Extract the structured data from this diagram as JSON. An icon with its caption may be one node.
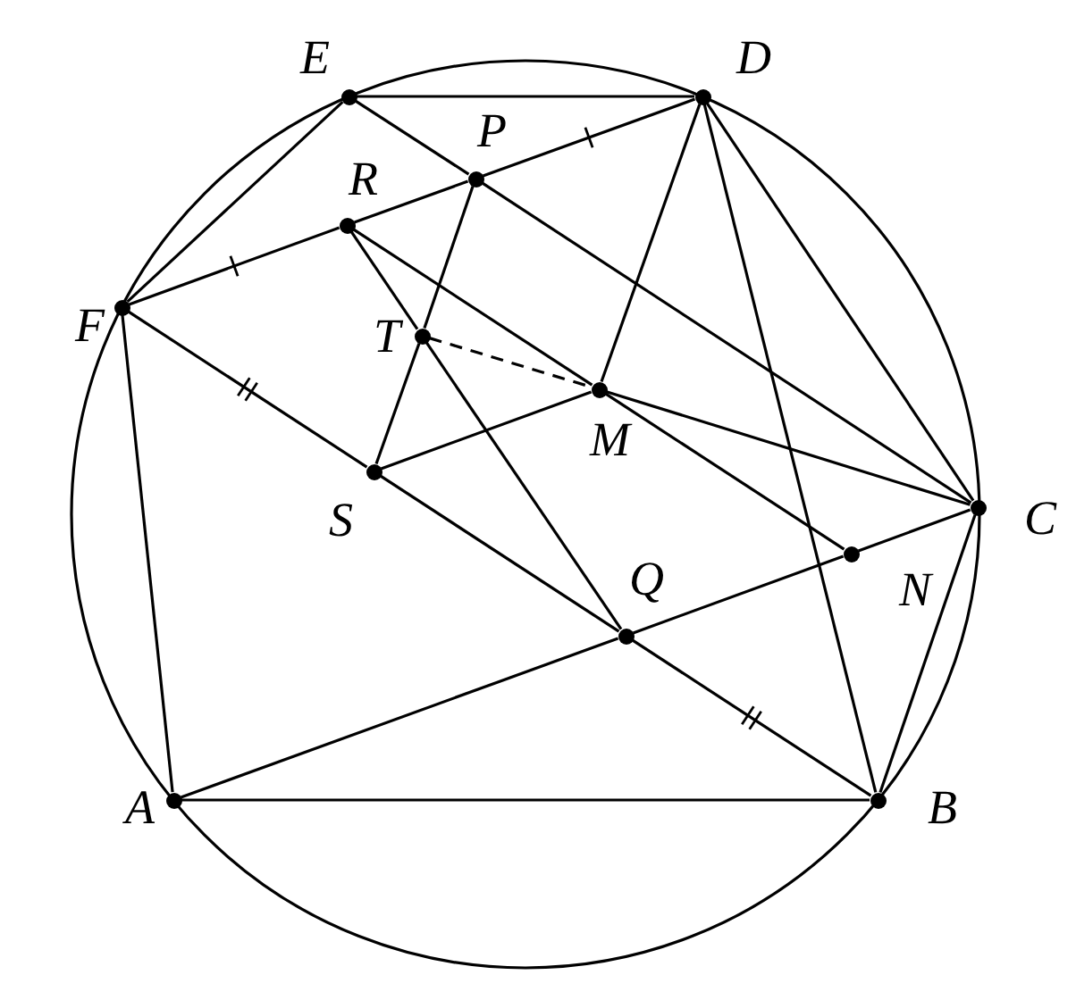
{
  "diagram": {
    "nodes": [
      {
        "text": [
          "E"
        ]
      },
      {
        "text": [
          "D"
        ]
      },
      {
        "text": [
          "P"
        ]
      },
      {
        "text": [
          "R"
        ]
      },
      {
        "text": [
          "F"
        ]
      },
      {
        "text": [
          "T"
        ]
      },
      {
        "text": [
          "M"
        ]
      },
      {
        "text": [
          "C"
        ]
      },
      {
        "text": [
          "S"
        ]
      },
      {
        "text": [
          "N"
        ]
      },
      {
        "text": [
          "Q"
        ]
      },
      {
        "text": [
          "A"
        ]
      },
      {
        "text": [
          "B"
        ]
      }
    ],
    "edges": [
      {
        "from": 0,
        "to": 1,
        "arrow": "none"
      },
      {
        "from": 0,
        "to": 4,
        "arrow": "none"
      },
      {
        "from": 4,
        "to": 3,
        "arrow": "none"
      },
      {
        "from": 3,
        "to": 2,
        "arrow": "none"
      },
      {
        "from": 2,
        "to": 1,
        "arrow": "none"
      },
      {
        "from": 0,
        "to": 2,
        "arrow": "none"
      },
      {
        "from": 2,
        "to": 7,
        "arrow": "none"
      },
      {
        "from": 1,
        "to": 6,
        "arrow": "none"
      },
      {
        "from": 1,
        "to": 12,
        "arrow": "none"
      },
      {
        "from": 1,
        "to": 7,
        "arrow": "none"
      },
      {
        "from": 4,
        "to": 11,
        "arrow": "none"
      },
      {
        "from": 4,
        "to": 8,
        "arrow": "none"
      },
      {
        "from": 8,
        "to": 10,
        "arrow": "none"
      },
      {
        "from": 10,
        "to": 12,
        "arrow": "none"
      },
      {
        "from": 3,
        "to": 6,
        "arrow": "none"
      },
      {
        "from": 6,
        "to": 9,
        "arrow": "none"
      },
      {
        "from": 3,
        "to": 5,
        "arrow": "none"
      },
      {
        "from": 5,
        "to": 10,
        "arrow": "none"
      },
      {
        "from": 2,
        "to": 5,
        "arrow": "none"
      },
      {
        "from": 5,
        "to": 8,
        "arrow": "none"
      },
      {
        "from": 8,
        "to": 6,
        "arrow": "none"
      },
      {
        "from": 6,
        "to": 7,
        "arrow": "none"
      },
      {
        "from": 5,
        "to": 6,
        "arrow": "none",
        "style": "dashed"
      },
      {
        "from": 11,
        "to": 10,
        "arrow": "none"
      },
      {
        "from": 10,
        "to": 9,
        "arrow": "none"
      },
      {
        "from": 9,
        "to": 7,
        "arrow": "none"
      },
      {
        "from": 11,
        "to": 12,
        "arrow": "none"
      },
      {
        "from": 12,
        "to": 7,
        "arrow": "none"
      }
    ]
  }
}
